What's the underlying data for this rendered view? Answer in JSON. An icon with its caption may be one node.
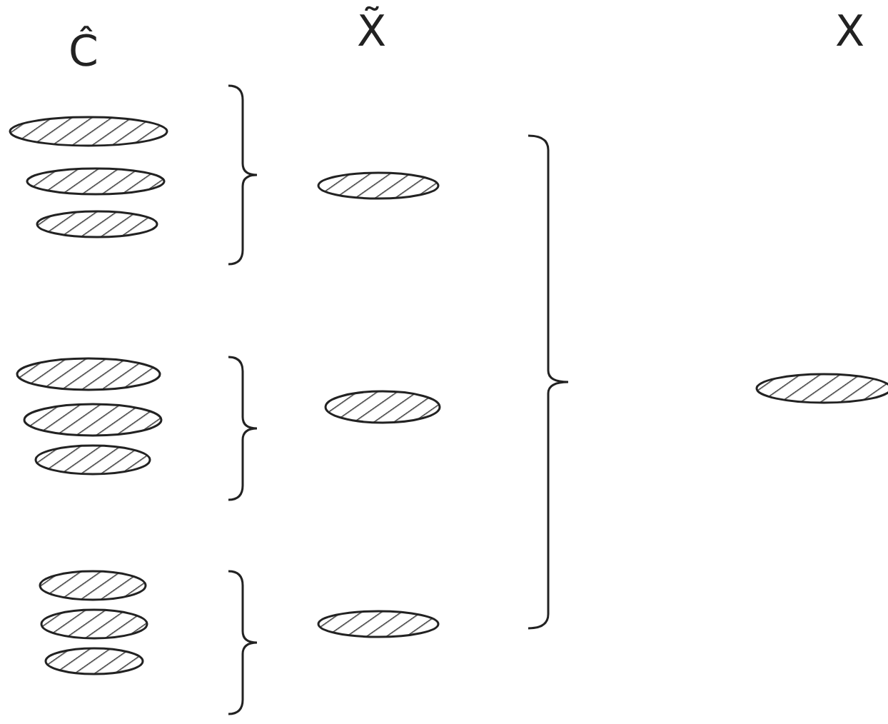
{
  "diagram": {
    "labels": [
      "Ĉ",
      "X̃",
      "X"
    ]
  }
}
